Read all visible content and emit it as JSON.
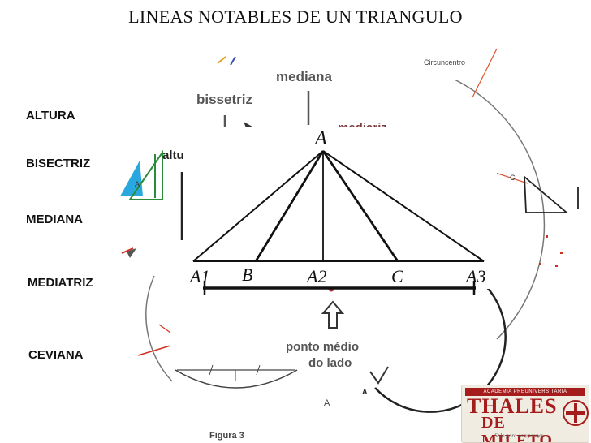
{
  "title": "LINEAS NOTABLES DE UN TRIANGULO",
  "topics": [
    "ALTURA",
    "BISECTRIZ",
    "MEDIANA",
    "MEDIATRIZ",
    "CEVIANA"
  ],
  "collage": {
    "mediana": "mediana",
    "bissetriz": "bissetriz",
    "mediariz": "mediariz",
    "altura_fragment": "altu",
    "circuncentro": "Circuncentro",
    "c_small": "C",
    "a_small_left": "A",
    "ponto_medio_line1": "ponto médio",
    "ponto_medio_line2": "do lado",
    "figura": "Figura 3",
    "a_bottom": "A",
    "a_bottom_bold": "A"
  },
  "diagram": {
    "vertex_top": "A",
    "base_labels": [
      "A1",
      "B",
      "A2",
      "C",
      "A3"
    ]
  },
  "logo": {
    "banner": "ACADEMIA PREUNIVERSITARIA",
    "main": "THALES",
    "sub": "DE MILETO",
    "slogan": "Solo para campeones"
  },
  "colors": {
    "accent": "#a51c1c",
    "label_gray": "#555555",
    "blue_fill": "#29a8e0"
  }
}
